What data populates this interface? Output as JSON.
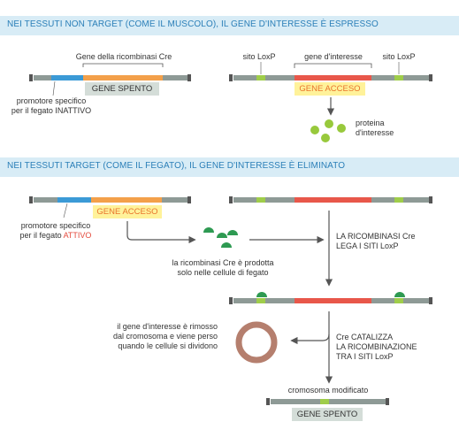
{
  "section_top": {
    "header": "NEI TESSUTI NON TARGET (COME IL MUSCOLO), IL GENE D'INTERESSE È ESPRESSO",
    "cre_gene_label": "Gene della ricombinasi Cre",
    "promoter_label_1": "promotore specifico",
    "promoter_label_2": "per il fegato INATTIVO",
    "gene_off": "GENE SPENTO",
    "loxp_left": "sito LoxP",
    "gene_of_interest": "gene d'interesse",
    "loxp_right": "sito LoxP",
    "gene_on": "GENE ACCESO",
    "protein_1": "proteina",
    "protein_2": "d'interesse"
  },
  "section_bottom": {
    "header": "NEI TESSUTI TARGET (COME IL FEGATO), IL GENE D'INTERESSE È ELIMINATO",
    "gene_on": "GENE ACCESO",
    "promoter_label_1": "promotore specifico",
    "promoter_label_2_prefix": "per il fegato ",
    "promoter_label_2_active": "ATTIVO",
    "cre_produced_1": "la ricombinasi Cre è prodotta",
    "cre_produced_2": "solo nelle cellule di fegato",
    "binds_1": "LA RICOMBINASI Cre",
    "binds_2": "LEGA I SITI LoxP",
    "removed_1": "il gene d'interesse è rimosso",
    "removed_2": "dal cromosoma e viene perso",
    "removed_3": "quando le cellule si dividono",
    "catalyze_1": "Cre CATALIZZA",
    "catalyze_2": "LA RICOMBINAZIONE",
    "catalyze_3": "TRA I SITI LoxP",
    "modified_chromosome": "cromosoma modificato",
    "gene_off": "GENE SPENTO"
  },
  "colors": {
    "band": "#d8ecf6",
    "header_text": "#2b7fb8",
    "chromosome": "#8e9a96",
    "promoter": "#3b9ad6",
    "cre_gene": "#f3a04a",
    "gene_of_interest": "#e8574a",
    "loxp": "#9fcd4a",
    "cre_protein": "#2e9a52",
    "protein_of_interest": "#98c93c",
    "excised_ring": "#b57f6e",
    "arrow": "#555555"
  }
}
